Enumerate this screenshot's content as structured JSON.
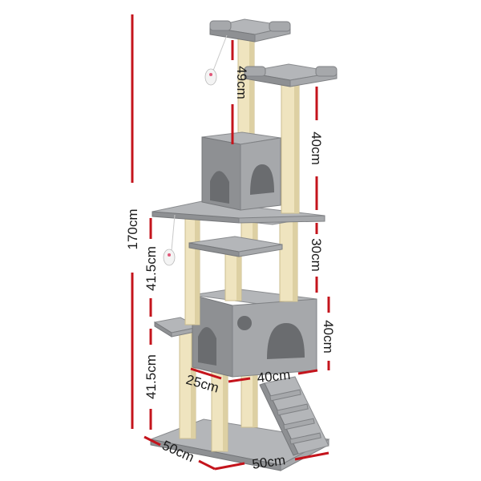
{
  "diagram": {
    "dimensions": [
      {
        "id": "total-height",
        "label": "170cm"
      },
      {
        "id": "top-post",
        "label": "49cm"
      },
      {
        "id": "upper-right-post",
        "label": "40cm"
      },
      {
        "id": "mid-right-post",
        "label": "30cm"
      },
      {
        "id": "mid-left-post",
        "label": "41.5cm"
      },
      {
        "id": "bottom-left-post",
        "label": "41.5cm"
      },
      {
        "id": "box-height",
        "label": "40cm"
      },
      {
        "id": "box-depth",
        "label": "25cm"
      },
      {
        "id": "box-width",
        "label": "40cm"
      },
      {
        "id": "base-depth",
        "label": "50cm"
      },
      {
        "id": "base-width",
        "label": "50cm"
      }
    ],
    "colors": {
      "dimension_line": "#c4141c",
      "carpet": "#9a9c9f",
      "sisal_post": "#efe4bf"
    }
  }
}
